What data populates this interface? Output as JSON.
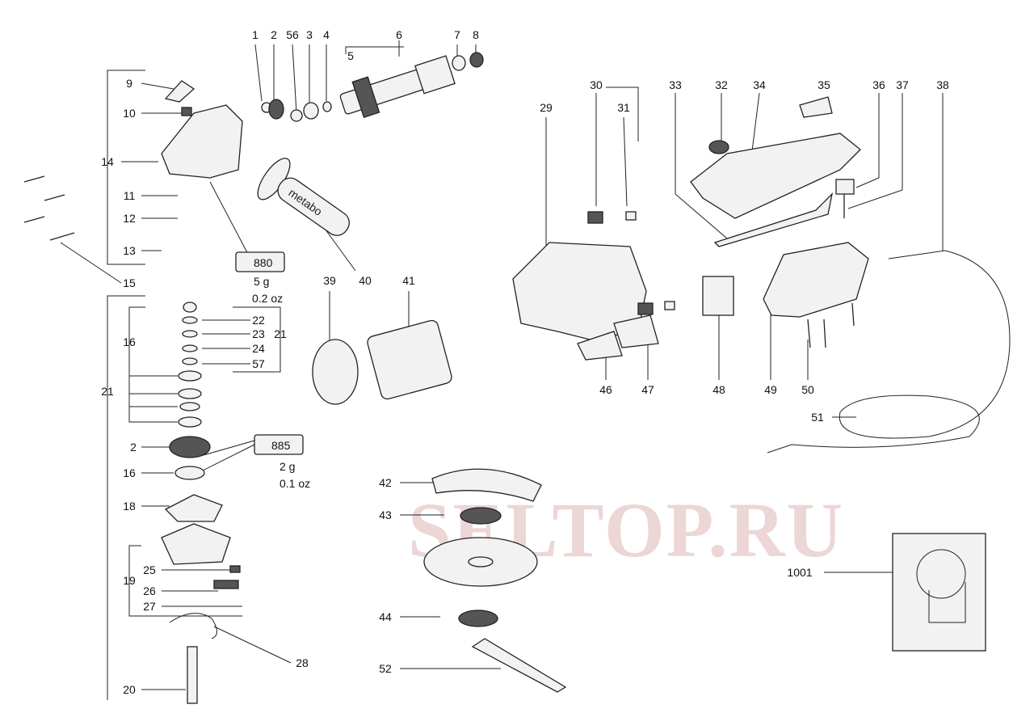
{
  "watermark": "SELTOP.RU",
  "handle_brand": "metabo",
  "tube_880": {
    "code": "880",
    "amount_g": "5 g",
    "amount_oz": "0.2 oz"
  },
  "tube_885": {
    "code": "885",
    "amount_g": "2 g",
    "amount_oz": "0.1 oz"
  },
  "labels": {
    "p1": "1",
    "p2": "2",
    "p56": "56",
    "p3": "3",
    "p4": "4",
    "p5": "5",
    "p6": "6",
    "p7": "7",
    "p8": "8",
    "p9": "9",
    "p10": "10",
    "p14": "14",
    "p11": "11",
    "p12": "12",
    "p13": "13",
    "p15": "15",
    "p40": "40",
    "p21a": "21",
    "p16a": "16",
    "p22": "22",
    "p23": "23",
    "p24": "24",
    "p57": "57",
    "p21b": "21",
    "p2b": "2",
    "p16b": "16",
    "p18": "18",
    "p19": "19",
    "p25": "25",
    "p26": "26",
    "p27": "27",
    "p28": "28",
    "p20": "20",
    "p39": "39",
    "p41": "41",
    "p29": "29",
    "p30": "30",
    "p31": "31",
    "p33": "33",
    "p32": "32",
    "p34": "34",
    "p35": "35",
    "p36": "36",
    "p37": "37",
    "p38": "38",
    "p46": "46",
    "p47": "47",
    "p48": "48",
    "p49": "49",
    "p50": "50",
    "p51": "51",
    "p42": "42",
    "p43": "43",
    "p44": "44",
    "p52": "52",
    "p1001": "1001"
  }
}
